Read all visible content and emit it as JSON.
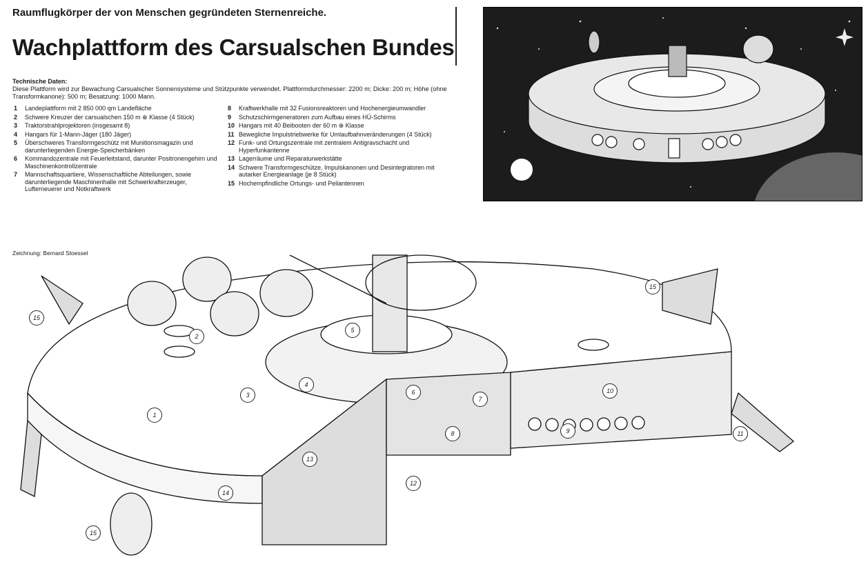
{
  "header": {
    "kicker": "Raumflugkörper der von Menschen gegründeten Sternenreiche.",
    "title": "Wachplattform des Carsualschen Bundes"
  },
  "tech": {
    "heading": "Technische Daten:",
    "description": "Diese Plattform wird zur Bewachung Carsualscher Sonnensysteme und Stützpunkte verwendet. Plattformdurchmesser: 2200 m; Dicke: 200 m; Höhe (ohne Transformkanone): 500 m; Besatzung: 1000 Mann."
  },
  "legend_left": [
    {
      "n": "1",
      "text": "Landeplattform mit 2 850 000 qm Landefläche"
    },
    {
      "n": "2",
      "text": "Schwere Kreuzer der carsualschen 150 m ⊕ Klasse (4 Stück)"
    },
    {
      "n": "3",
      "text": "Traktorstrahlprojektoren (insgesamt 8)"
    },
    {
      "n": "4",
      "text": "Hangars für 1-Mann-Jäger (180 Jäger)"
    },
    {
      "n": "5",
      "text": "Überschweres Transformgeschütz mit Munitionsmagazin und darunterliegenden Energie-Speicherbänken"
    },
    {
      "n": "6",
      "text": "Kommandozentrale mit Feuerleitstand, darunter Positronengehirn und Maschinenkontrollzentrale"
    },
    {
      "n": "7",
      "text": "Mannschaftsquartiere, Wissenschaftliche Abteilungen, sowie darunterliegende Maschinenhalle mit Schwerkrafterzeuger, Lufterneuerer und Notkraftwerk"
    }
  ],
  "legend_right": [
    {
      "n": "8",
      "text": "Kraftwerkhalle mit 32 Fusionsreaktoren und Hochenergieumwandler"
    },
    {
      "n": "9",
      "text": "Schutzschirmgeneratoren zum Aufbau eines HÜ-Schirms"
    },
    {
      "n": "10",
      "text": "Hangars mit 40 Beibooten der 60 m ⊕ Klasse"
    },
    {
      "n": "11",
      "text": "Bewegliche Impulstriebwerke für Umlaufbahnveränderungen (4 Stück)"
    },
    {
      "n": "12",
      "text": "Funk- und Ortungszentrale mit zentralem Antigravschacht und Hyperfunkantenne"
    },
    {
      "n": "13",
      "text": "Lagerräume und Reparaturwerkstätte"
    },
    {
      "n": "14",
      "text": "Schwere Transformgeschütze, Impulskanonen und Desintegratoren mit autarker Energieanlage (je 8 Stück)"
    },
    {
      "n": "15",
      "text": "Hochempfindliche Ortungs- und Peilantennen"
    }
  ],
  "credit": "Zeichnung: Bernard Stoessel",
  "callouts": [
    "15",
    "2",
    "5",
    "4",
    "3",
    "1",
    "6",
    "7",
    "8",
    "10",
    "9",
    "11",
    "12",
    "13",
    "14",
    "15",
    "15"
  ]
}
